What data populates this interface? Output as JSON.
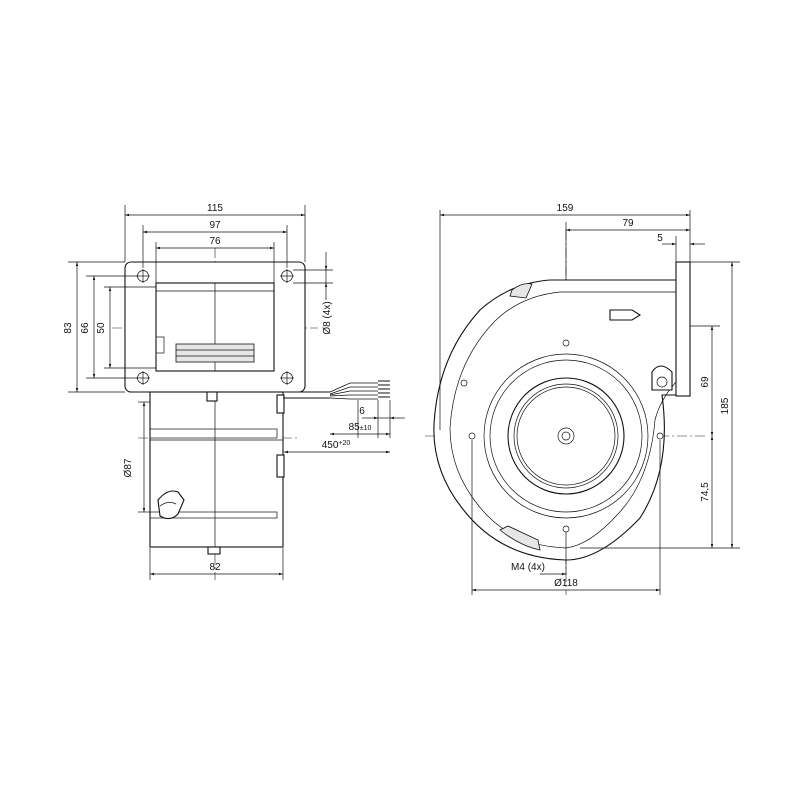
{
  "front_view": {
    "dims": {
      "flange_width": "115",
      "hole_spacing_h": "97",
      "housing_width": "76",
      "flange_height": "83",
      "hole_spacing_v": "66",
      "housing_height": "50",
      "hole_dia": "Ø8 (4x)",
      "wire_strip": "6",
      "wire_sleeve": "85",
      "wire_sleeve_tol": "±10",
      "cable_length": "450",
      "cable_length_tol": "+20",
      "motor_dia": "Ø87",
      "motor_length": "82"
    }
  },
  "side_view": {
    "dims": {
      "overall_width": "159",
      "outlet_offset": "79",
      "flange_thickness": "5",
      "outlet_height": "69",
      "overall_height": "185",
      "axis_height": "74,5",
      "mount_thread": "M4 (4x)",
      "bolt_circle": "Ø118"
    }
  }
}
